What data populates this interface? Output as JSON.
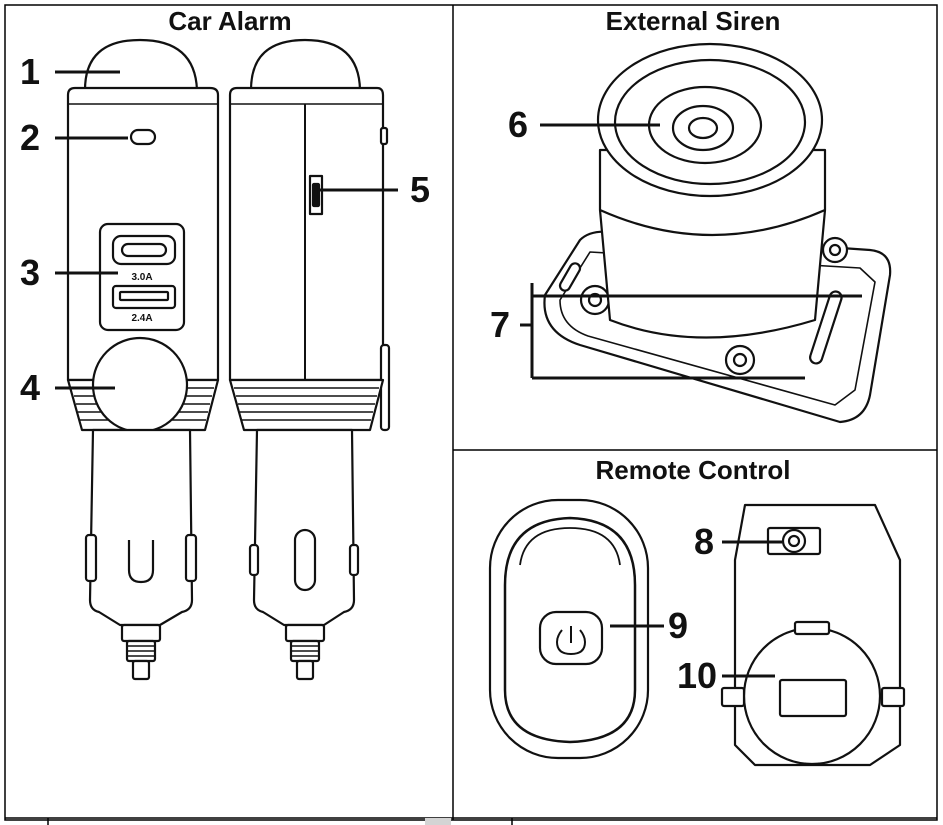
{
  "panels": {
    "car_alarm": {
      "title": "Car Alarm"
    },
    "external_siren": {
      "title": "External Siren"
    },
    "remote_control": {
      "title": "Remote Control"
    }
  },
  "callouts": {
    "c1": "1",
    "c2": "2",
    "c3": "3",
    "c4": "4",
    "c5": "5",
    "c6": "6",
    "c7": "7",
    "c8": "8",
    "c9": "9",
    "c10": "10"
  },
  "port_labels": {
    "usb_c": "3.0A",
    "usb_a": "2.4A"
  }
}
